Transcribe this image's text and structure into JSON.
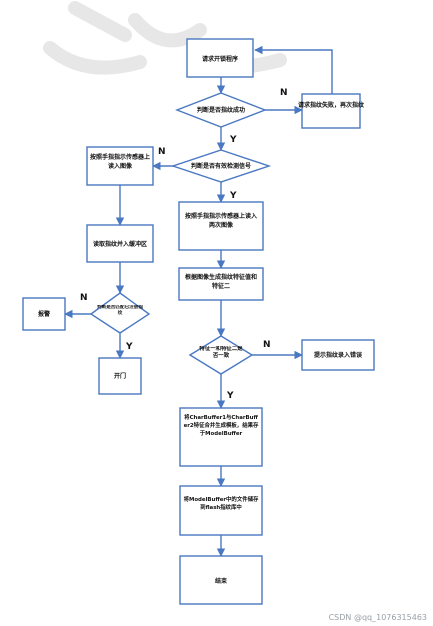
{
  "nodes": {
    "start": "请求开锁程序",
    "check_fp": "判断是否指纹成功",
    "retry": "请求指纹失败，再次指纹",
    "wait_sensor": "判断是否有效检测信号",
    "left_upload": "按照手指指示传感器上读入图像",
    "left_store": "读取指纹并入缓冲区",
    "left_match": "判断是否匹配已注册指纹",
    "alarm": "报警",
    "open": "开门",
    "mid_upload": "按照手指指示传感器上读入两次图像",
    "gen_features": "根据图像生成指纹特征值和特征二",
    "decide_same": "特征一和特征二是否一致",
    "fail_prompt": "提示指纹录入错误",
    "merge": "将CharBuffer1与CharBuffer2特征合并生成模板，结果存于ModelBuffer",
    "store_flash": "将ModelBuffer中的文件储存到flash指纹库中",
    "end": "结束"
  },
  "labels": {
    "n": "N",
    "y": "Y"
  },
  "watermark": "CSDN @qq_1076315463"
}
